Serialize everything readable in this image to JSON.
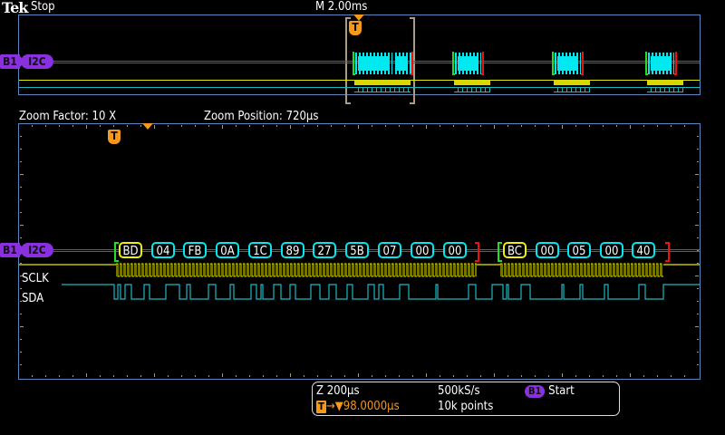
{
  "header": {
    "logo": "Tek",
    "acquisition_status": "Stop",
    "horizontal_scale": "M 2.00ms"
  },
  "overview": {
    "bus_badge": "B1",
    "bus_label": "I2C",
    "trigger_marker": "T",
    "packet_groups": 4
  },
  "zoom_info": {
    "zoom_factor": "Zoom Factor: 10 X",
    "zoom_position": "Zoom Position: 720µs"
  },
  "zoom_view": {
    "trigger_marker": "T",
    "bus_badge": "B1",
    "bus_label": "I2C",
    "channels": [
      {
        "label": "SCLK",
        "color": "#e8e800"
      },
      {
        "label": "SDA",
        "color": "#1cb8c0"
      }
    ],
    "packet1": [
      "BD",
      "04",
      "FB",
      "0A",
      "1C",
      "89",
      "27",
      "5B",
      "07",
      "00",
      "00"
    ],
    "packet2": [
      "BC",
      "00",
      "05",
      "00",
      "40"
    ]
  },
  "readout": {
    "zoom_scale": "Z 200µs",
    "sample_rate": "500kS/s",
    "bus_badge": "B1",
    "trigger_type": "Start",
    "trigger_icon": "T",
    "trigger_delay": "→▼98.0000µs",
    "record_length": "10k points"
  },
  "colors": {
    "bus": "#8a30e0",
    "sclk": "#e8e800",
    "sda": "#1cb8c0",
    "packet_data": "#00e8f0",
    "packet_address": "#f0f000",
    "trigger": "#f5981c",
    "grid_border": "#5b86c0",
    "start_bracket": "#20e020",
    "stop_bracket": "#f01010"
  }
}
